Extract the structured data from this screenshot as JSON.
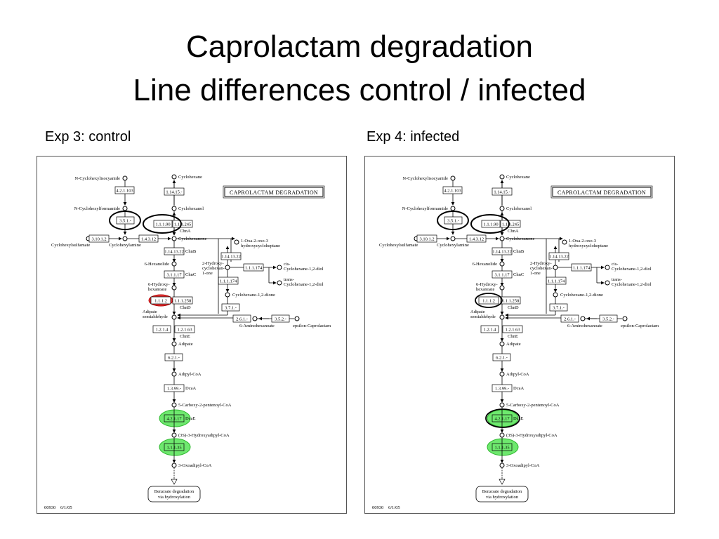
{
  "slide": {
    "title_line1": "Caprolactam degradation",
    "title_line2": "Line differences control / infected"
  },
  "panels": [
    {
      "label": "Exp 3: control",
      "variant": "control"
    },
    {
      "label": "Exp 4: infected",
      "variant": "infected"
    }
  ],
  "map": {
    "title": "CAPROLACTAM DEGRADATION",
    "footer_id": "00930",
    "footer_date": "6/1/05",
    "compounds": {
      "n_cyclohexylisocyanide": "N-Cyclohexylisocyanide",
      "n_cyclohexylformamide": "N-Cyclohexylformamide",
      "cyclohexylsulfamate": "Cyclohexylsulfamate",
      "cyclohexylamine": "Cyclohexylamine",
      "cyclohexane": "Cyclohexane",
      "cyclohexanol": "Cyclohexanol",
      "cyclohexanone": "Cyclohexanone",
      "hexanolide": "6-Hexanolide",
      "hydroxyhexanoate_1": "6-Hydroxy-",
      "hydroxyhexanoate_2": "hexanoate",
      "adipate_semialdehyde_1": "Adipate",
      "adipate_semialdehyde_2": "semialdehyde",
      "oxa_1": "1-Oxa-2-oxo-3",
      "oxa_2": "hydroxycycloheptane",
      "hydroxycyclohexanone_1": "2-Hydroxy-",
      "hydroxycyclohexanone_2": "cyclohexan-",
      "hydroxycyclohexanone_3": "1-one",
      "cis_diol_1": "cis-",
      "cis_diol_2": "Cyclohexane-1,2-diol",
      "trans_diol_1": "trans-",
      "trans_diol_2": "Cyclohexane-1,2-diol",
      "dione": "Cyclohexane-1,2-dione",
      "aminohexanoate": "6-Aminohexanoate",
      "epsilon_caprolactam": "epsilon-Caprolactam",
      "adipate": "Adipate",
      "adipyl_coa": "Adipyl-CoA",
      "carboxy_pentenoyl": "5-Carboxy-2-pentenoyl-CoA",
      "hydroxyadipyl": "(3S)-3-Hydroxyadipyl-CoA",
      "oxoadipyl": "3-Oxoadipyl-CoA",
      "benzoate_1": "Benzoate degradation",
      "benzoate_2": "via hydroxylation"
    },
    "enzymes": {
      "e42103": "4.2.1.103",
      "e351": "3.5.1.-",
      "e31012": "3.10.1.2",
      "e14312": "1.4.3.12",
      "e11415": "1.14.15.-",
      "e11190": "1.1.1.90",
      "e111245": "1.1.1.245",
      "e1141322a": "1.14.13.22",
      "e31117": "3.1.1.17",
      "e1112": "1.1.1.2",
      "e111258": "1.1.1.258",
      "e1141322b": "1.14.13.22",
      "e111174a": "1.1.1.174",
      "e111174b": "1.1.1.174",
      "e371": "3.7.1.-",
      "e261": "2.6.1.-",
      "e352": "3.5.2.-",
      "e1214": "1.2.1.4",
      "e12163": "1.2.1.63",
      "e621": "6.2.1.-",
      "e1399": "1.3.99.-",
      "e42117": "4.2.1.17",
      "e11135": "1.1.1.35"
    },
    "genes": {
      "chna": "ChnA",
      "chnb": "ChnB",
      "chnc": "ChnC",
      "chnd": "ChnD",
      "chne": "ChnE",
      "dcaa": "DcaA",
      "dcae": "DcaE"
    }
  },
  "colors": {
    "highlight_red": "#e8383a",
    "highlight_green": "#6ee86e",
    "circle_outline": "#000000"
  }
}
